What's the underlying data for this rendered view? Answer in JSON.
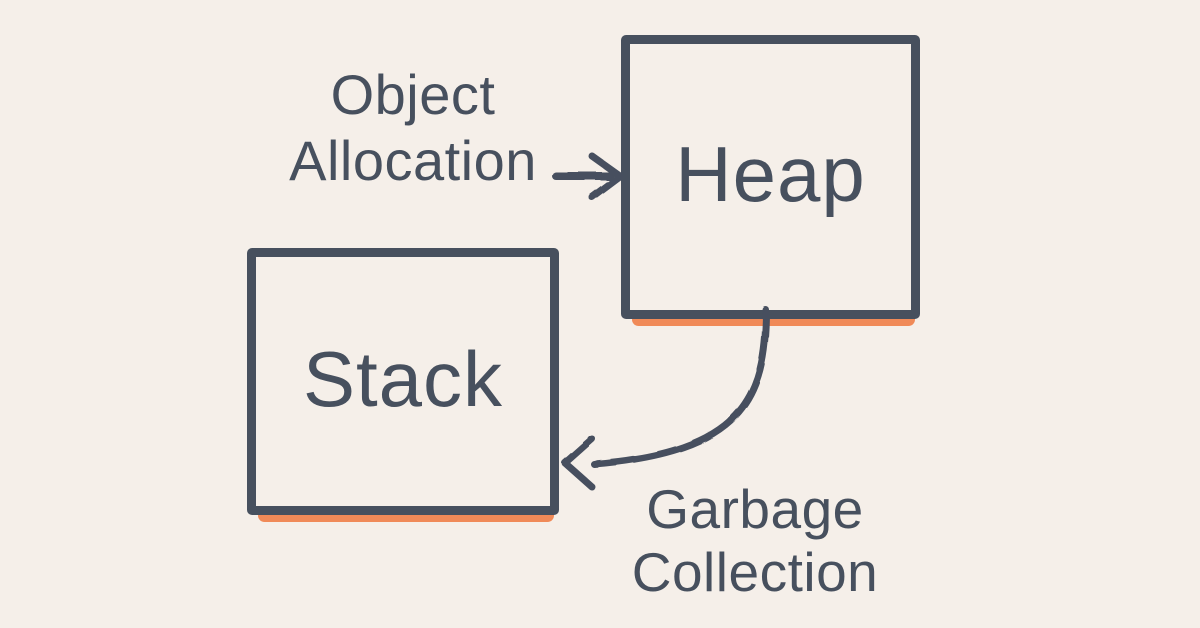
{
  "colors": {
    "background": "#f5efe9",
    "ink": "#47505e",
    "accent_orange": "#f08a58"
  },
  "boxes": [
    {
      "id": "heap",
      "label": "Heap"
    },
    {
      "id": "stack",
      "label": "Stack"
    }
  ],
  "edges": [
    {
      "id": "object-allocation",
      "lines": [
        "Object",
        "Allocation"
      ],
      "target": "heap"
    },
    {
      "id": "garbage-collection",
      "lines": [
        "Garbage",
        "Collection"
      ],
      "source": "heap",
      "target": "stack"
    }
  ]
}
